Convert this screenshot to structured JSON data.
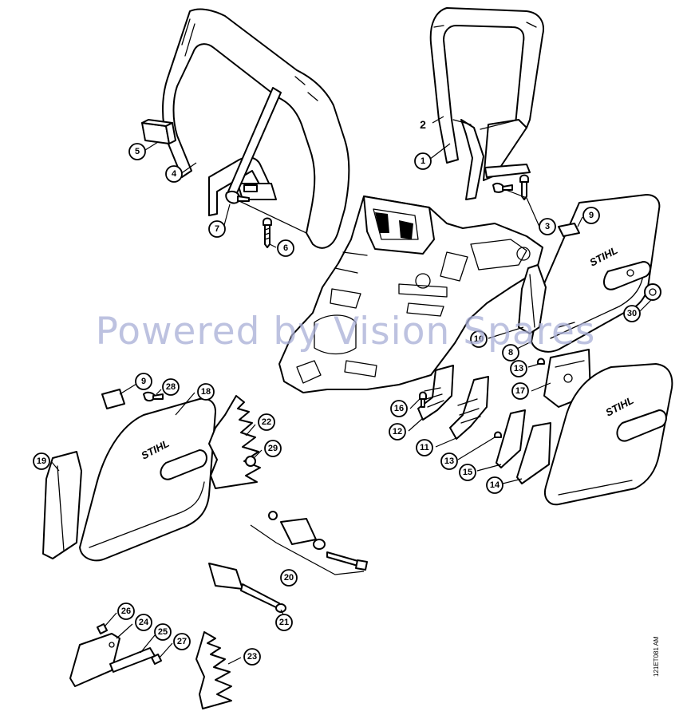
{
  "diagram": {
    "watermark": "Powered by Vision Spares",
    "reference_code": "121ET081 AM",
    "brand_marks": [
      "STIHL",
      "STIHL",
      "STIHL"
    ],
    "callouts": [
      "1",
      "2",
      "3",
      "4",
      "5",
      "6",
      "7",
      "8",
      "9",
      "9",
      "10",
      "11",
      "12",
      "13",
      "13",
      "14",
      "15",
      "16",
      "17",
      "18",
      "19",
      "20",
      "21",
      "22",
      "23",
      "24",
      "25",
      "26",
      "27",
      "28",
      "29",
      "30"
    ]
  }
}
